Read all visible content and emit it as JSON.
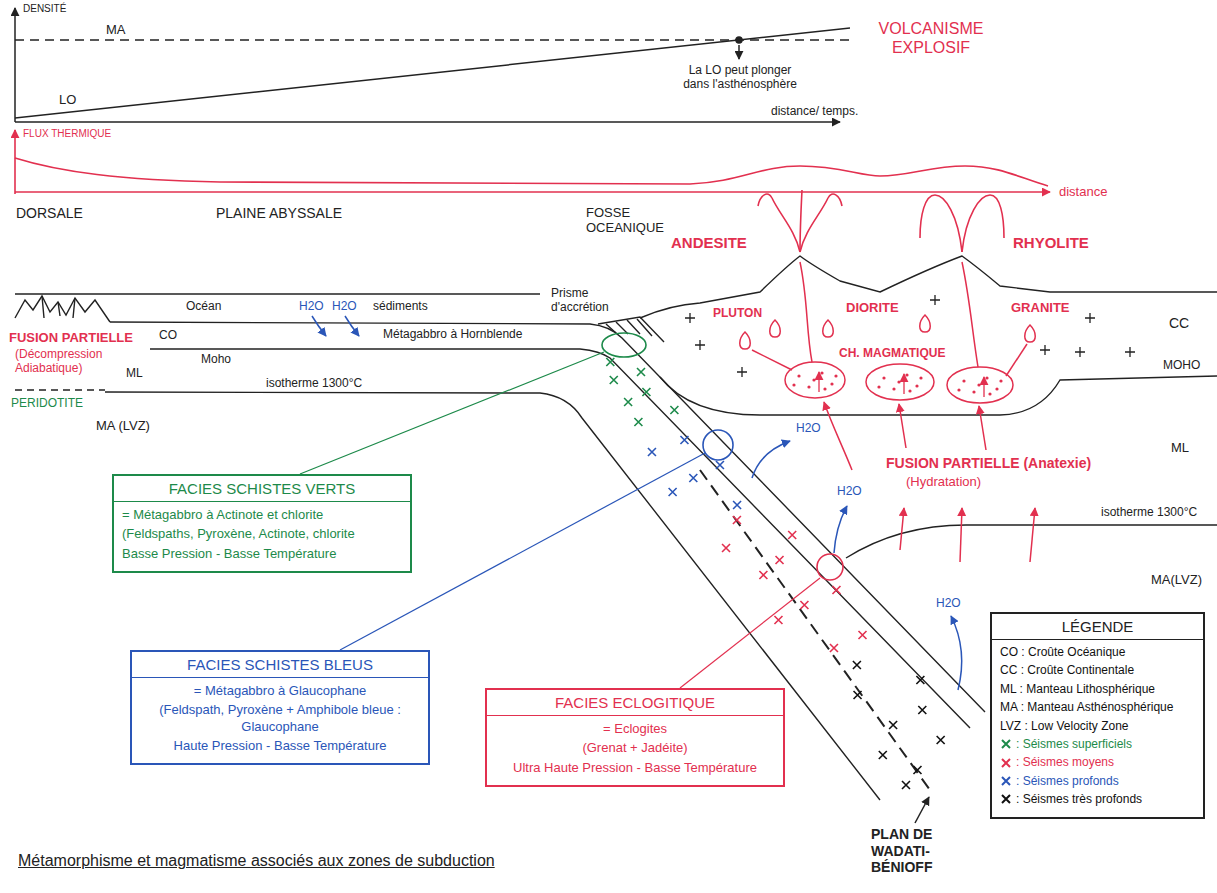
{
  "diagram": {
    "title": "Métamorphisme et magmatisme associés aux zones de subduction",
    "nodes": [
      {
        "text": [
          "FACIES SCHISTES VERTS",
          "= Métagabbro à Actinote et chlorite",
          "(Feldspaths, Pyroxène, Actinote, chlorite",
          "Basse Pression - Basse Température"
        ]
      },
      {
        "text": [
          "FACIES SCHISTES BLEUS",
          "= Métagabbro à Glaucophane",
          "(Feldspath, Pyroxène + Amphibole bleue : Glaucophane",
          "Haute Pression - Basse Température"
        ]
      },
      {
        "text": [
          "FACIES ECLOGITIQUE",
          "= Eclogites",
          "(Grenat + Jadéite)",
          "Ultra Haute Pression - Basse Température"
        ]
      },
      {
        "text": [
          "LÉGENDE"
        ]
      }
    ],
    "labels": [
      "DENSITÉ",
      "MA",
      "LO",
      "La LO peut plonger dans l'asthénosphère",
      "distance/ temps.",
      "VOLCANISME EXPLOSIF",
      "FLUX THERMIQUE",
      "DORSALE",
      "PLAINE ABYSSALE",
      "FOSSE OCEANIQUE",
      "ANDESITE",
      "RHYOLITE",
      "distance",
      "Océan",
      "H2O",
      "H2O",
      "sédiments",
      "Prisme d'accrétion",
      "FUSION PARTIELLE",
      "(Décompression Adiabatique)",
      "CO",
      "Moho",
      "Métagabbro à Hornblende",
      "ML",
      "PERIDOTITE",
      "isotherme 1300°C",
      "MA (LVZ)",
      "PLUTON",
      "DIORITE",
      "GRANITE",
      "CC",
      "CH. MAGMATIQUE",
      "MOHO",
      "H2O",
      "H2O",
      "FUSION PARTIELLE (Anatexie)",
      "(Hydratation)",
      "ML",
      "isotherme 1300°C",
      "MA(LVZ)",
      "H2O",
      "PLAN DE WADATI-BÉNIOFF"
    ],
    "legend": [
      {
        "text": "CO : Croûte Océanique"
      },
      {
        "text": "CC : Croûte Continentale"
      },
      {
        "text": "ML : Manteau Lithosphérique"
      },
      {
        "text": "MA : Manteau Asthénosphérique"
      },
      {
        "text": "LVZ : Low Velocity Zone"
      },
      {
        "text": ": Séismes superficiels",
        "color": "#1d8a4a"
      },
      {
        "text": ": Séismes moyens",
        "color": "#e2304f"
      },
      {
        "text": ": Séismes profonds",
        "color": "#2a56b8"
      },
      {
        "text": ": Séismes très profonds",
        "color": "#111111"
      }
    ]
  }
}
